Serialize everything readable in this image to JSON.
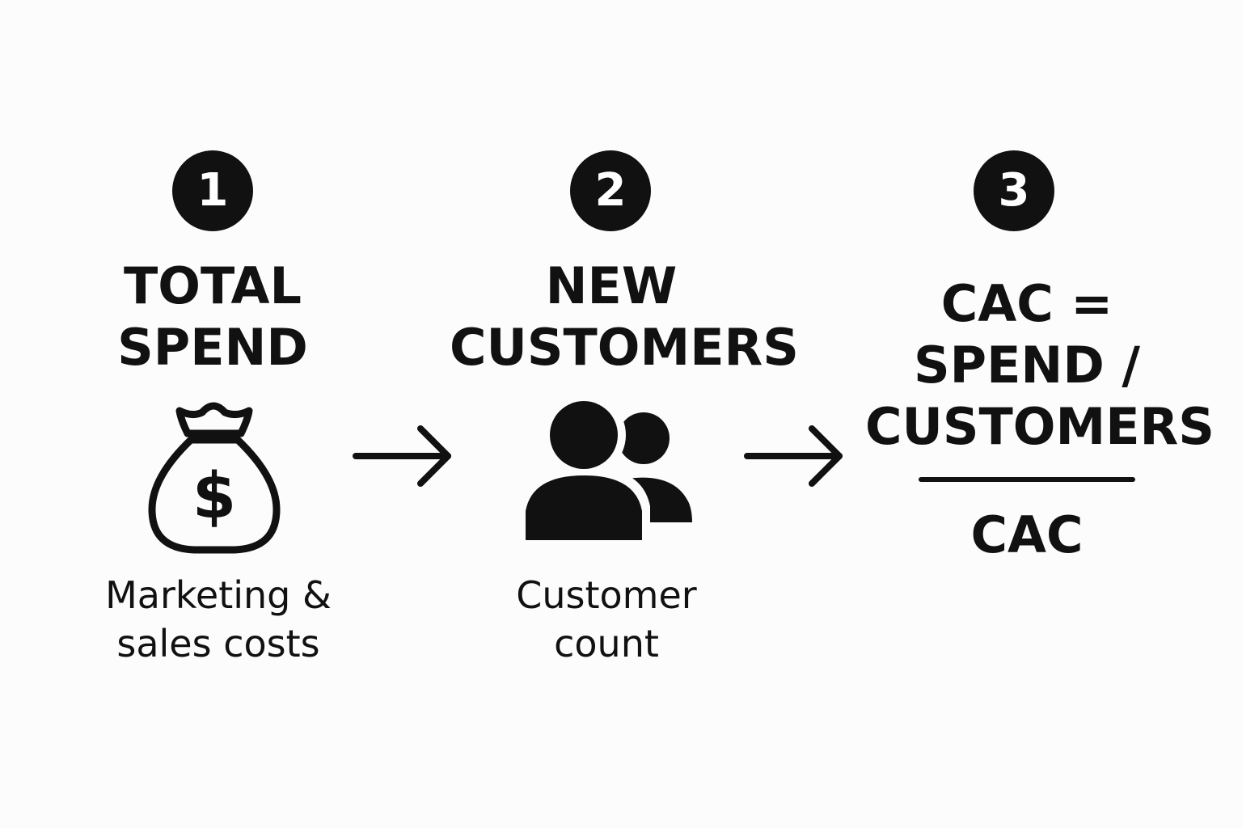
{
  "steps": [
    {
      "number": "1",
      "title_lines": [
        "TOTAL",
        "SPEND"
      ],
      "subtitle_lines": [
        "Marketing &",
        "sales costs"
      ],
      "icon": "money-bag-icon"
    },
    {
      "number": "2",
      "title_lines": [
        "NEW",
        "CUSTOMERS"
      ],
      "subtitle_lines": [
        "Customer",
        "count"
      ],
      "icon": "users-icon"
    },
    {
      "number": "3",
      "formula_lines": [
        "CAC =",
        "SPEND /",
        "CUSTOMERS"
      ],
      "result": "CAC"
    }
  ],
  "icons": {
    "money_bag": "money-bag-icon",
    "users": "users-icon",
    "arrow": "arrow-right-icon",
    "dollar": "$"
  },
  "colors": {
    "ink": "#111111",
    "background": "#fcfcfc",
    "badge_text": "#ffffff"
  }
}
